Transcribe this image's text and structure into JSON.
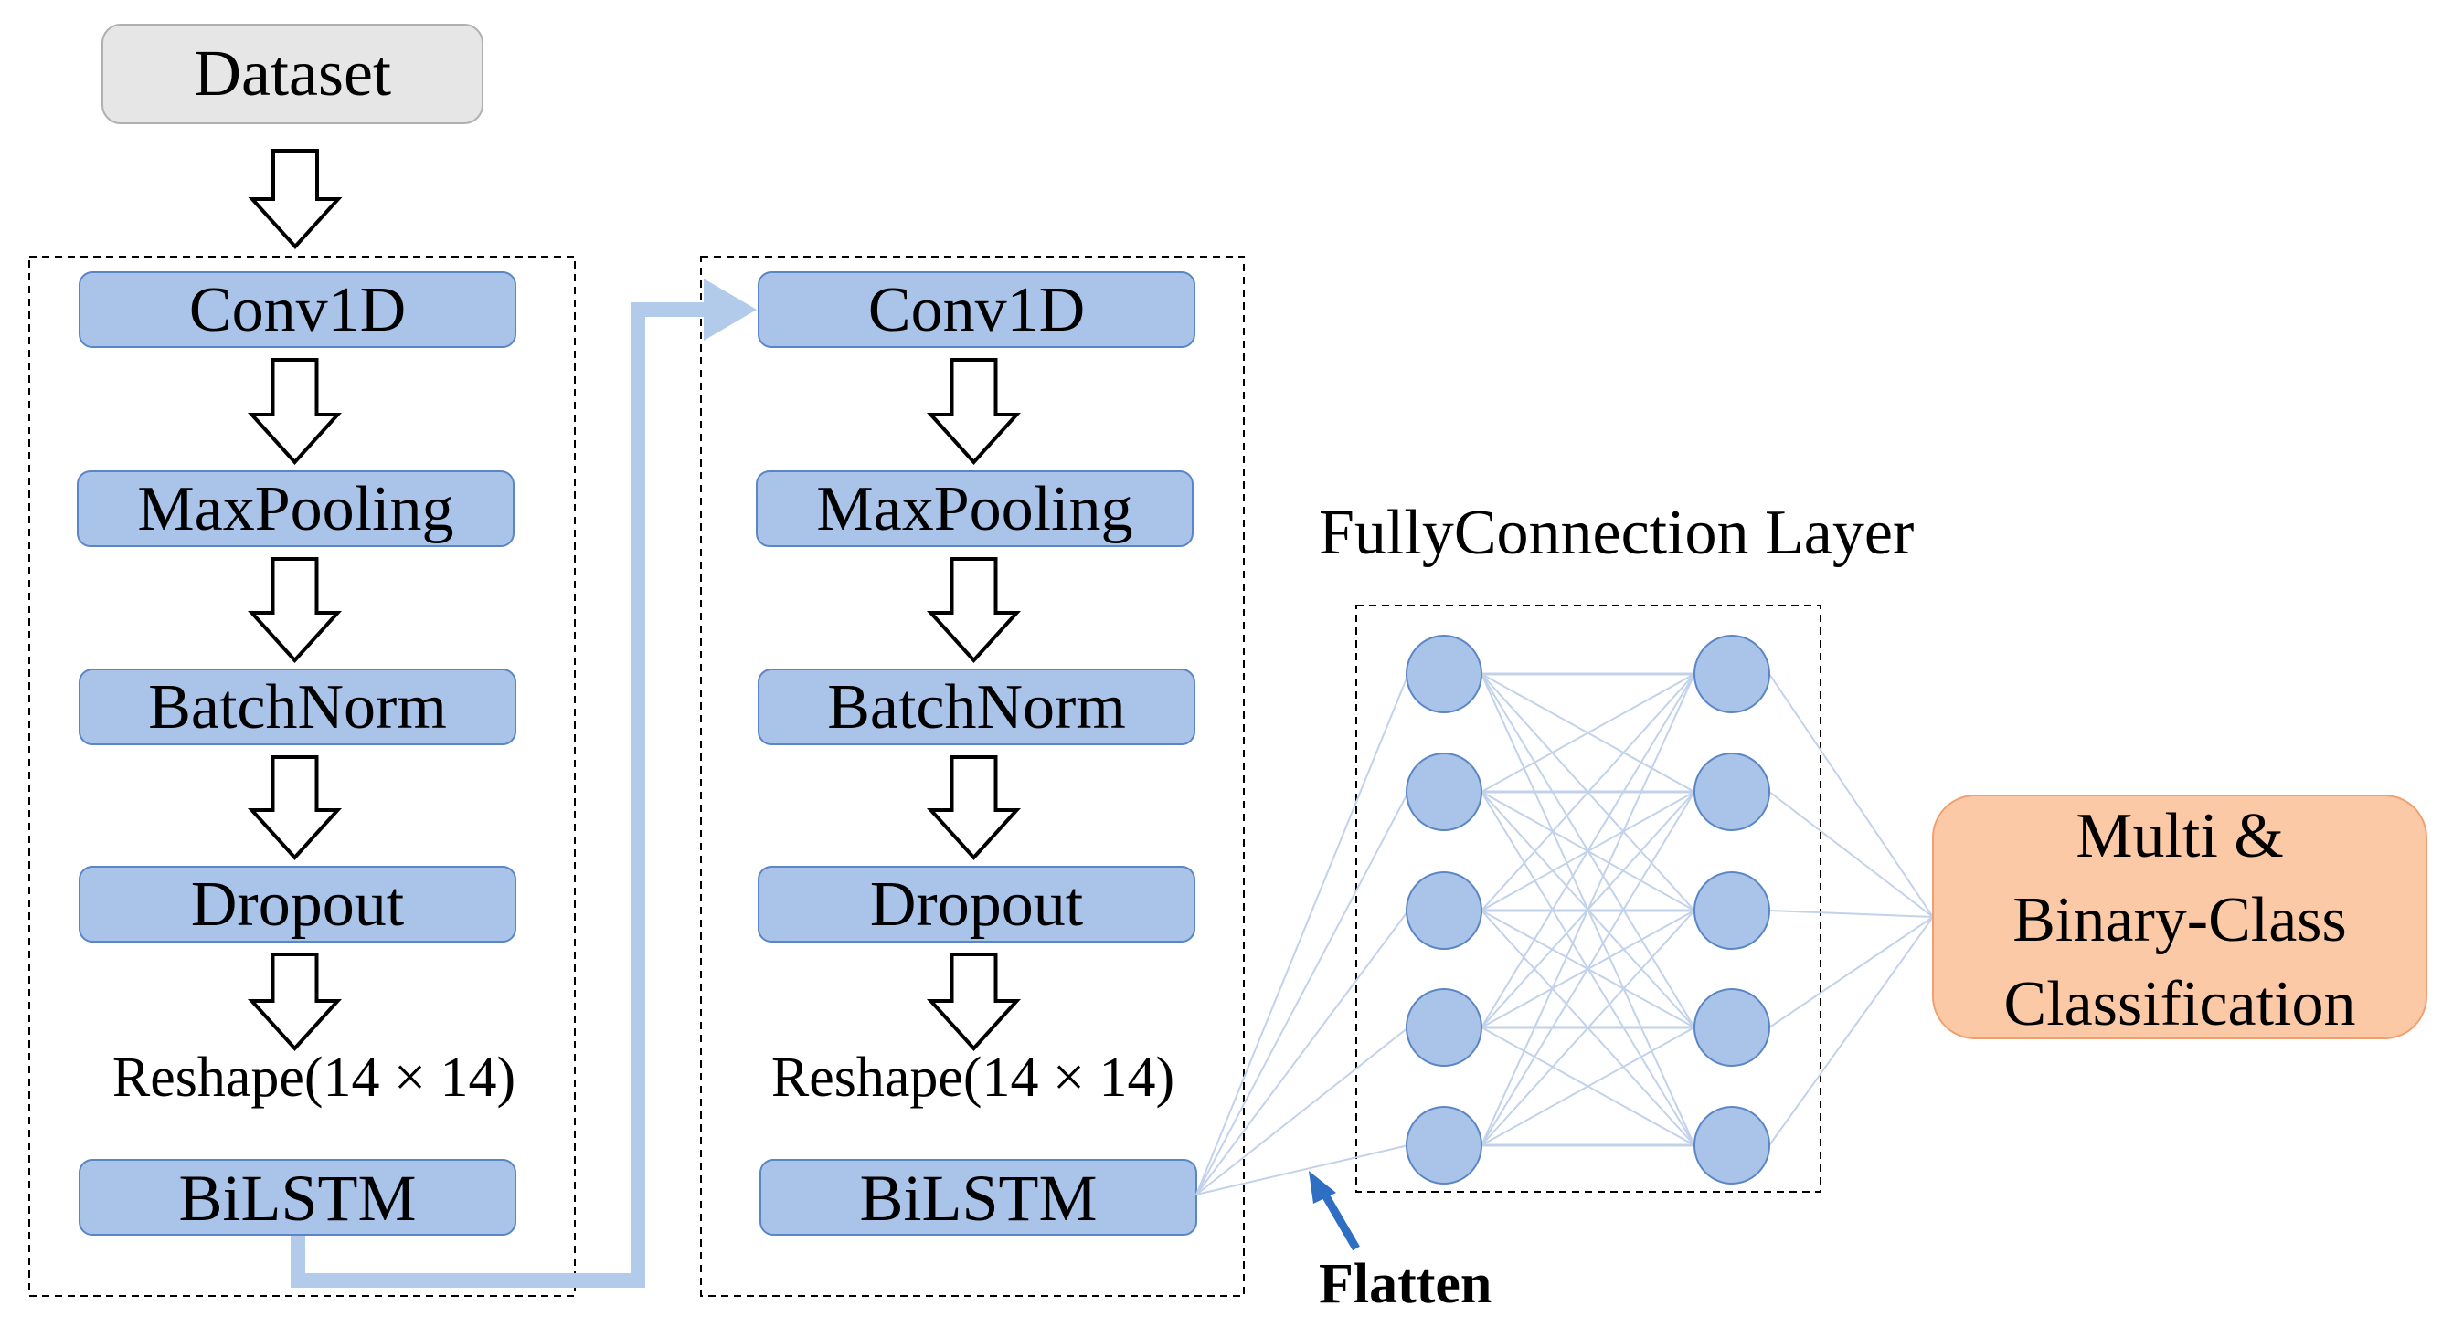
{
  "diagram": {
    "input": {
      "label": "Dataset"
    },
    "blocks": [
      {
        "layers": [
          "Conv1D",
          "MaxPooling",
          "BatchNorm",
          "Dropout"
        ],
        "reshape_label": "Reshape(14 × 14)",
        "output_layer": "BiLSTM"
      },
      {
        "layers": [
          "Conv1D",
          "MaxPooling",
          "BatchNorm",
          "Dropout"
        ],
        "reshape_label": "Reshape(14 × 14)",
        "output_layer": "BiLSTM"
      }
    ],
    "fully_connected": {
      "title": "FullyConnection Layer",
      "layer_sizes": [
        5,
        5
      ]
    },
    "flatten_label": "Flatten",
    "output": {
      "lines": [
        "Multi &",
        "Binary-Class",
        "Classification"
      ]
    },
    "colors": {
      "layer_fill": "#a9c4e8",
      "layer_stroke": "#5b86c5",
      "input_fill": "#e6e6e6",
      "input_stroke": "#b0b0b0",
      "output_fill": "#fcc9a6",
      "output_stroke": "#f0a070",
      "connector": "#b3cbeb",
      "edge": "#c2d2ea",
      "flatten_arrow": "#2e6fc4"
    }
  }
}
